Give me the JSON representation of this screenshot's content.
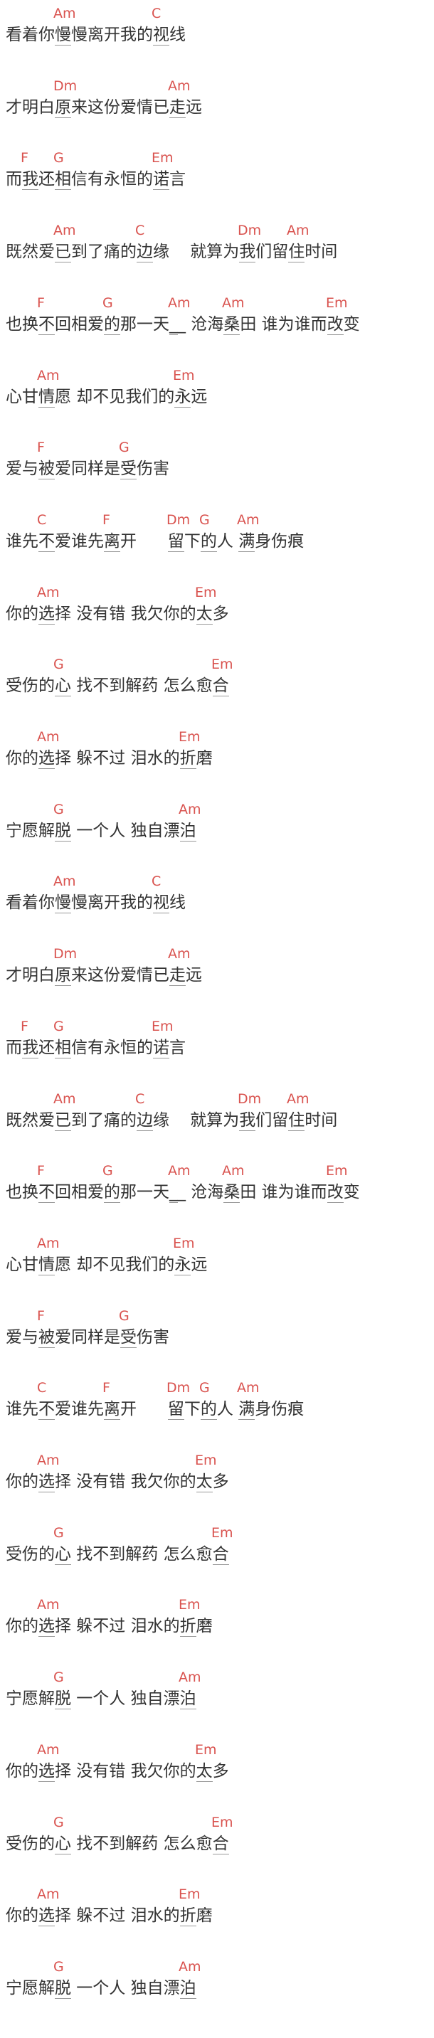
{
  "theme": {
    "chord_color": "#d9534f",
    "lyric_color": "#333333"
  },
  "lines": [
    {
      "lyric": "看着你慢慢离开我的视线",
      "chords": [
        {
          "at": 3,
          "name": "Am"
        },
        {
          "at": 9,
          "name": "C"
        }
      ]
    },
    {
      "lyric": "才明白原来这份爱情已走远",
      "chords": [
        {
          "at": 3,
          "name": "Dm"
        },
        {
          "at": 10,
          "name": "Am"
        }
      ]
    },
    {
      "lyric": "而我还相信有永恒的诺言",
      "chords": [
        {
          "at": 1,
          "name": "F"
        },
        {
          "at": 3,
          "name": "G"
        },
        {
          "at": 9,
          "name": "Em"
        }
      ]
    },
    {
      "lyric": "既然爱已到了痛的边缘    就算为我们留住时间",
      "chords": [
        {
          "at": 3,
          "name": "Am"
        },
        {
          "at": 8,
          "name": "C"
        },
        {
          "at": 17,
          "name": "Dm"
        },
        {
          "at": 20,
          "name": "Am"
        }
      ]
    },
    {
      "lyric": "也换不回相爱的那一天__ 沧海桑田 谁为谁而改变",
      "chords": [
        {
          "at": 2,
          "name": "F"
        },
        {
          "at": 6,
          "name": "G"
        },
        {
          "at": 10,
          "name": "Am"
        },
        {
          "at": 15,
          "name": "Am"
        },
        {
          "at": 22,
          "name": "Em"
        }
      ]
    },
    {
      "lyric": "心甘情愿 却不见我们的永远",
      "chords": [
        {
          "at": 2,
          "name": "Am"
        },
        {
          "at": 11,
          "name": "Em"
        }
      ]
    },
    {
      "lyric": "爱与被爱同样是受伤害",
      "chords": [
        {
          "at": 2,
          "name": "F"
        },
        {
          "at": 7,
          "name": "G"
        }
      ]
    },
    {
      "lyric": "谁先不爱谁先离开      留下的人 满身伤痕",
      "chords": [
        {
          "at": 2,
          "name": "C"
        },
        {
          "at": 6,
          "name": "F"
        },
        {
          "at": 14,
          "name": "Dm"
        },
        {
          "at": 16,
          "name": "G"
        },
        {
          "at": 19,
          "name": "Am"
        }
      ]
    },
    {
      "lyric": "你的选择 没有错 我欠你的太多",
      "chords": [
        {
          "at": 2,
          "name": "Am"
        },
        {
          "at": 13,
          "name": "Em"
        }
      ]
    },
    {
      "lyric": "受伤的心 找不到解药 怎么愈合",
      "chords": [
        {
          "at": 3,
          "name": "G"
        },
        {
          "at": 14,
          "name": "Em"
        }
      ]
    },
    {
      "lyric": "你的选择 躲不过 泪水的折磨",
      "chords": [
        {
          "at": 2,
          "name": "Am"
        },
        {
          "at": 12,
          "name": "Em"
        }
      ]
    },
    {
      "lyric": "宁愿解脱 一个人 独自漂泊",
      "chords": [
        {
          "at": 3,
          "name": "G"
        },
        {
          "at": 12,
          "name": "Am"
        }
      ]
    },
    {
      "lyric": "看着你慢慢离开我的视线",
      "chords": [
        {
          "at": 3,
          "name": "Am"
        },
        {
          "at": 9,
          "name": "C"
        }
      ]
    },
    {
      "lyric": "才明白原来这份爱情已走远",
      "chords": [
        {
          "at": 3,
          "name": "Dm"
        },
        {
          "at": 10,
          "name": "Am"
        }
      ]
    },
    {
      "lyric": "而我还相信有永恒的诺言",
      "chords": [
        {
          "at": 1,
          "name": "F"
        },
        {
          "at": 3,
          "name": "G"
        },
        {
          "at": 9,
          "name": "Em"
        }
      ]
    },
    {
      "lyric": "既然爱已到了痛的边缘    就算为我们留住时间",
      "chords": [
        {
          "at": 3,
          "name": "Am"
        },
        {
          "at": 8,
          "name": "C"
        },
        {
          "at": 17,
          "name": "Dm"
        },
        {
          "at": 20,
          "name": "Am"
        }
      ]
    },
    {
      "lyric": "也换不回相爱的那一天__ 沧海桑田 谁为谁而改变",
      "chords": [
        {
          "at": 2,
          "name": "F"
        },
        {
          "at": 6,
          "name": "G"
        },
        {
          "at": 10,
          "name": "Am"
        },
        {
          "at": 15,
          "name": "Am"
        },
        {
          "at": 22,
          "name": "Em"
        }
      ]
    },
    {
      "lyric": "心甘情愿 却不见我们的永远",
      "chords": [
        {
          "at": 2,
          "name": "Am"
        },
        {
          "at": 11,
          "name": "Em"
        }
      ]
    },
    {
      "lyric": "爱与被爱同样是受伤害",
      "chords": [
        {
          "at": 2,
          "name": "F"
        },
        {
          "at": 7,
          "name": "G"
        }
      ]
    },
    {
      "lyric": "谁先不爱谁先离开      留下的人 满身伤痕",
      "chords": [
        {
          "at": 2,
          "name": "C"
        },
        {
          "at": 6,
          "name": "F"
        },
        {
          "at": 14,
          "name": "Dm"
        },
        {
          "at": 16,
          "name": "G"
        },
        {
          "at": 19,
          "name": "Am"
        }
      ]
    },
    {
      "lyric": "你的选择 没有错 我欠你的太多",
      "chords": [
        {
          "at": 2,
          "name": "Am"
        },
        {
          "at": 13,
          "name": "Em"
        }
      ]
    },
    {
      "lyric": "受伤的心 找不到解药 怎么愈合",
      "chords": [
        {
          "at": 3,
          "name": "G"
        },
        {
          "at": 14,
          "name": "Em"
        }
      ]
    },
    {
      "lyric": "你的选择 躲不过 泪水的折磨",
      "chords": [
        {
          "at": 2,
          "name": "Am"
        },
        {
          "at": 12,
          "name": "Em"
        }
      ]
    },
    {
      "lyric": "宁愿解脱 一个人 独自漂泊",
      "chords": [
        {
          "at": 3,
          "name": "G"
        },
        {
          "at": 12,
          "name": "Am"
        }
      ]
    },
    {
      "lyric": "你的选择 没有错 我欠你的太多",
      "chords": [
        {
          "at": 2,
          "name": "Am"
        },
        {
          "at": 13,
          "name": "Em"
        }
      ]
    },
    {
      "lyric": "受伤的心 找不到解药 怎么愈合",
      "chords": [
        {
          "at": 3,
          "name": "G"
        },
        {
          "at": 14,
          "name": "Em"
        }
      ]
    },
    {
      "lyric": "你的选择 躲不过 泪水的折磨",
      "chords": [
        {
          "at": 2,
          "name": "Am"
        },
        {
          "at": 12,
          "name": "Em"
        }
      ]
    },
    {
      "lyric": "宁愿解脱 一个人 独自漂泊",
      "chords": [
        {
          "at": 3,
          "name": "G"
        },
        {
          "at": 12,
          "name": "Am"
        }
      ]
    }
  ]
}
